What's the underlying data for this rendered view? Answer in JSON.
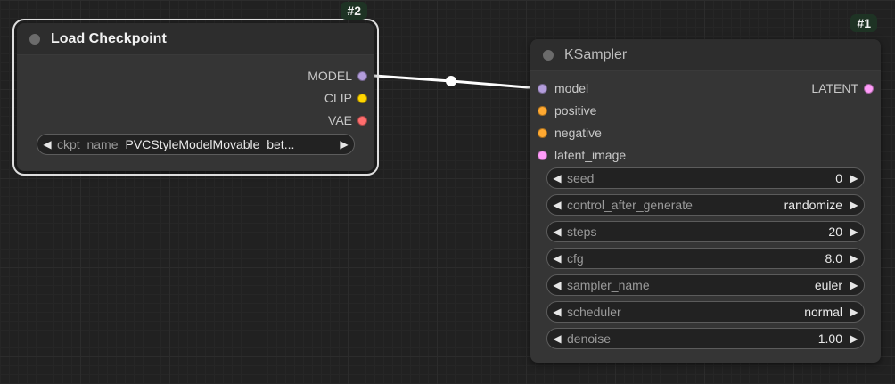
{
  "colors": {
    "model": "#b39ddb",
    "clip": "#ffd500",
    "vae": "#ff6e6e",
    "conditioning": "#ffa931",
    "latent": "#ff9cf9",
    "link": "#ffffff"
  },
  "nodes": {
    "load_checkpoint": {
      "id_badge": "#2",
      "title": "Load Checkpoint",
      "outputs": [
        "MODEL",
        "CLIP",
        "VAE"
      ],
      "widgets": [
        {
          "label": "ckpt_name",
          "value": "PVCStyleModelMovable_bet..."
        }
      ]
    },
    "ksampler": {
      "id_badge": "#1",
      "title": "KSampler",
      "inputs": [
        "model",
        "positive",
        "negative",
        "latent_image"
      ],
      "outputs": [
        "LATENT"
      ],
      "widgets": [
        {
          "label": "seed",
          "value": "0"
        },
        {
          "label": "control_after_generate",
          "value": "randomize"
        },
        {
          "label": "steps",
          "value": "20"
        },
        {
          "label": "cfg",
          "value": "8.0"
        },
        {
          "label": "sampler_name",
          "value": "euler"
        },
        {
          "label": "scheduler",
          "value": "normal"
        },
        {
          "label": "denoise",
          "value": "1.00"
        }
      ]
    }
  }
}
